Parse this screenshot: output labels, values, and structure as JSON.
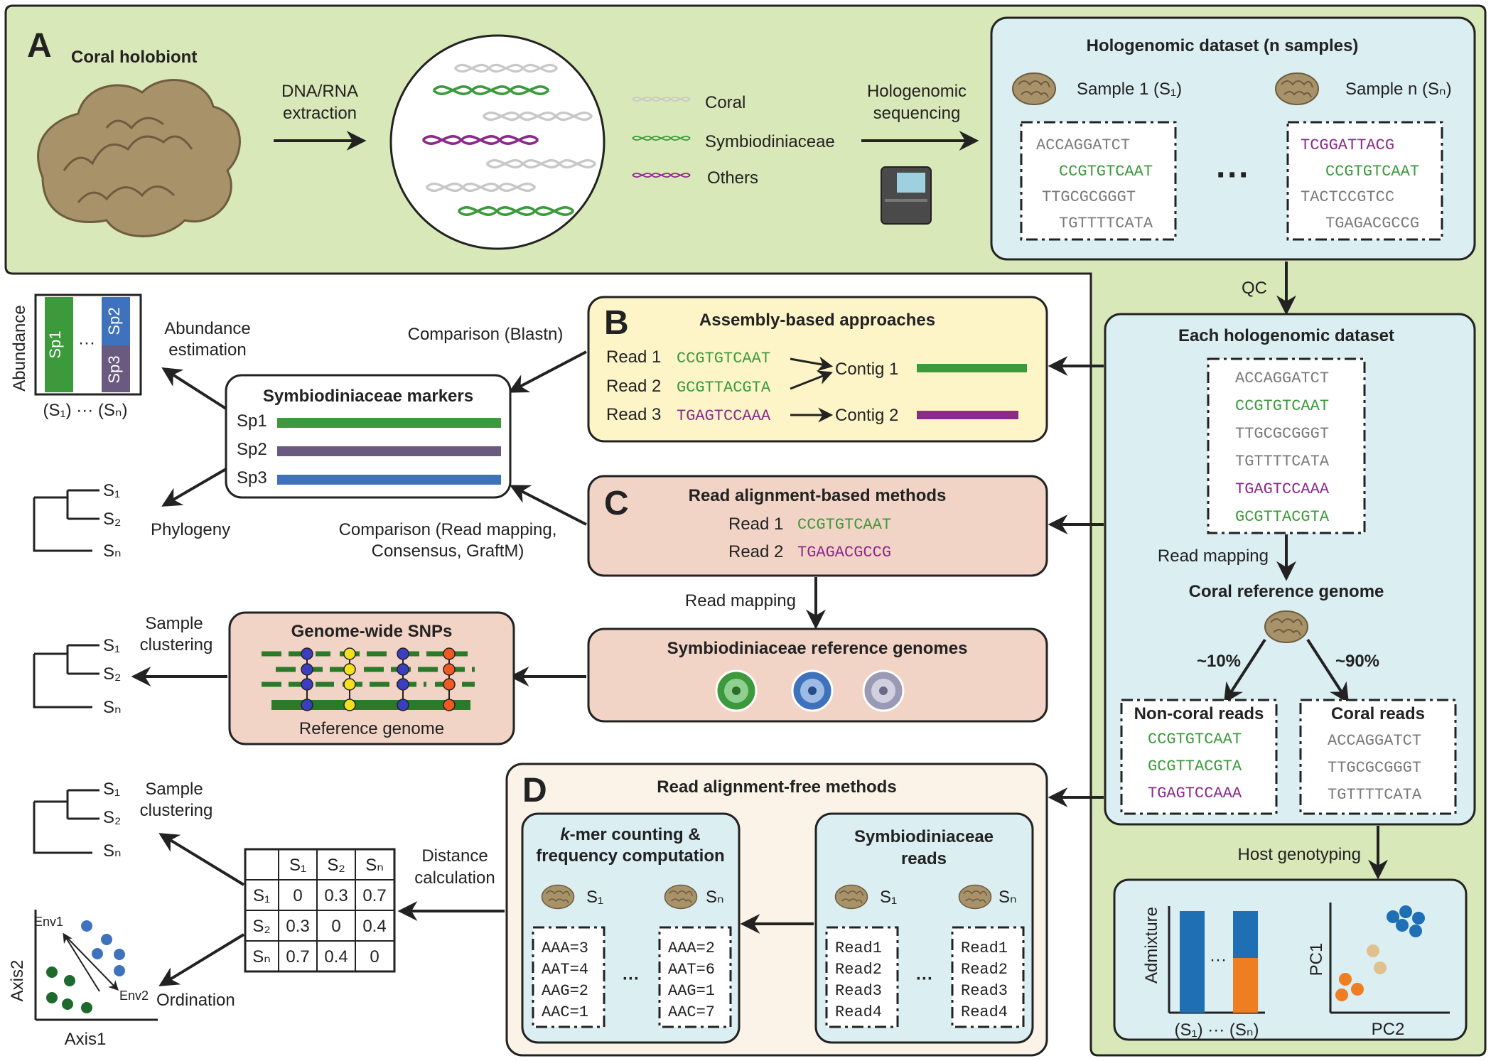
{
  "colors": {
    "green_panel": "#d9e8b8",
    "blue_panel": "#dbeef2",
    "yellow_panel": "#fdf5c8",
    "pink_panel": "#f2d4c6",
    "beige_panel": "#fbf3e8",
    "green_seq": "#3c9a3c",
    "purple_seq": "#8b2a8b",
    "grey_seq": "#7a7a7a",
    "sp1": "#3c9a3c",
    "sp2": "#6b5a80",
    "sp3": "#3f72bd"
  },
  "panelA": {
    "letter": "A",
    "coral_title": "Coral holobiont",
    "arrow1": [
      "DNA/RNA",
      "extraction"
    ],
    "legend": [
      "Coral",
      "Symbiodiniaceae",
      "Others"
    ],
    "arrow2": [
      "Hologenomic",
      "sequencing"
    ],
    "dataset_title": "Hologenomic dataset (n samples)",
    "sample1": "Sample 1 (S₁)",
    "samplen": "Sample n (Sₙ)",
    "ellipsis": "···",
    "s1_reads": [
      {
        "t": "ACCAGGATCT",
        "c": "gr"
      },
      {
        "t": "CCGTGTCAAT",
        "c": "g"
      },
      {
        "t": "TTGCGCGGGT",
        "c": "gr"
      },
      {
        "t": "TGTTTTCATA",
        "c": "gr"
      }
    ],
    "sn_reads": [
      {
        "t": "TCGGATTACG",
        "c": "p"
      },
      {
        "t": "CCGTGTCAAT",
        "c": "g"
      },
      {
        "t": "TACTCCGTCC",
        "c": "gr"
      },
      {
        "t": "TGAGACGCCG",
        "c": "gr"
      }
    ]
  },
  "qc": "QC",
  "each": {
    "title": "Each hologenomic dataset",
    "reads": [
      {
        "t": "ACCAGGATCT",
        "c": "gr"
      },
      {
        "t": "CCGTGTCAAT",
        "c": "g"
      },
      {
        "t": "TTGCGCGGGT",
        "c": "gr"
      },
      {
        "t": "TGTTTTCATA",
        "c": "gr"
      },
      {
        "t": "TGAGTCCAAA",
        "c": "p"
      },
      {
        "t": "GCGTTACGTA",
        "c": "g"
      }
    ],
    "read_mapping": "Read mapping",
    "ref_title": "Coral reference genome",
    "pct_left": "~10%",
    "pct_right": "~90%",
    "noncoral_title": "Non-coral reads",
    "noncoral": [
      {
        "t": "CCGTGTCAAT",
        "c": "g"
      },
      {
        "t": "GCGTTACGTA",
        "c": "g"
      },
      {
        "t": "TGAGTCCAAA",
        "c": "p"
      }
    ],
    "coral_title": "Coral reads",
    "coral": [
      {
        "t": "ACCAGGATCT",
        "c": "gr"
      },
      {
        "t": "TTGCGCGGGT",
        "c": "gr"
      },
      {
        "t": "TGTTTTCATA",
        "c": "gr"
      }
    ]
  },
  "host": {
    "label": "Host genotyping",
    "admixture": "Admixture",
    "xlabel": "(S₁) ··· (Sₙ)",
    "dots": "···",
    "pc1": "PC1",
    "pc2": "PC2"
  },
  "panelB": {
    "letter": "B",
    "title": "Assembly-based approaches",
    "read1": "Read 1",
    "read2": "Read 2",
    "read3": "Read 3",
    "seq1": "CCGTGTCAAT",
    "seq2": "GCGTTACGTA",
    "seq3": "TGAGTCCAAA",
    "contig1": "Contig 1",
    "contig2": "Contig 2",
    "comparison": "Comparison (Blastn)"
  },
  "markers": {
    "title": "Symbiodiniaceae markers",
    "sp1": "Sp1",
    "sp2": "Sp2",
    "sp3": "Sp3"
  },
  "abundance": {
    "ylabel": "Abundance",
    "sp1": "Sp1",
    "sp2": "Sp2",
    "sp3": "Sp3",
    "dots": "···",
    "xlabel": "(S₁) ··· (Sₙ)",
    "label": [
      "Abundance",
      "estimation"
    ]
  },
  "phylo": {
    "s1": "S₁",
    "s2": "S₂",
    "sn": "Sₙ",
    "label": "Phylogeny"
  },
  "panelC": {
    "letter": "C",
    "title": "Read alignment-based methods",
    "read1": "Read 1",
    "read2": "Read 2",
    "seq1": "CCGTGTCAAT",
    "seq2": "TGAGACGCCG",
    "comparison": [
      "Comparison (Read mapping,",
      "Consensus, GraftM)"
    ],
    "read_mapping": "Read mapping",
    "ref_title": "Symbiodiniaceae reference genomes"
  },
  "snps": {
    "title": "Genome-wide SNPs",
    "ref": "Reference genome",
    "label": [
      "Sample",
      "clustering"
    ],
    "s1": "S₁",
    "s2": "S₂",
    "sn": "Sₙ"
  },
  "panelD": {
    "letter": "D",
    "title": "Read alignment-free methods",
    "kmer_title1": "k-mer counting &",
    "kmer_title1_italic": "k",
    "kmer_title1_rest": "-mer counting &",
    "kmer_title2": "frequency computation",
    "s1": "S₁",
    "sn": "Sₙ",
    "kmer_s1": [
      "AAA=3",
      "AAT=4",
      "AAG=2",
      "AAC=1"
    ],
    "kmer_sn": [
      "AAA=2",
      "AAT=6",
      "AAG=1",
      "AAC=7"
    ],
    "sym_title": [
      "Symbiodiniaceae",
      "reads"
    ],
    "reads": [
      "Read1",
      "Read2",
      "Read3",
      "Read4"
    ],
    "dots": "···"
  },
  "distance": {
    "label": [
      "Distance",
      "calculation"
    ],
    "headers": [
      "S₁",
      "S₂",
      "Sₙ"
    ],
    "rows": [
      {
        "h": "S₁",
        "v": [
          "0",
          "0.3",
          "0.7"
        ]
      },
      {
        "h": "S₂",
        "v": [
          "0.3",
          "0",
          "0.4"
        ]
      },
      {
        "h": "Sₙ",
        "v": [
          "0.7",
          "0.4",
          "0"
        ]
      }
    ]
  },
  "cluster2": {
    "label": [
      "Sample",
      "clustering"
    ],
    "s1": "S₁",
    "s2": "S₂",
    "sn": "Sₙ"
  },
  "ordination": {
    "label": "Ordination",
    "axis1": "Axis1",
    "axis2": "Axis2",
    "env1": "Env1",
    "env2": "Env2"
  }
}
